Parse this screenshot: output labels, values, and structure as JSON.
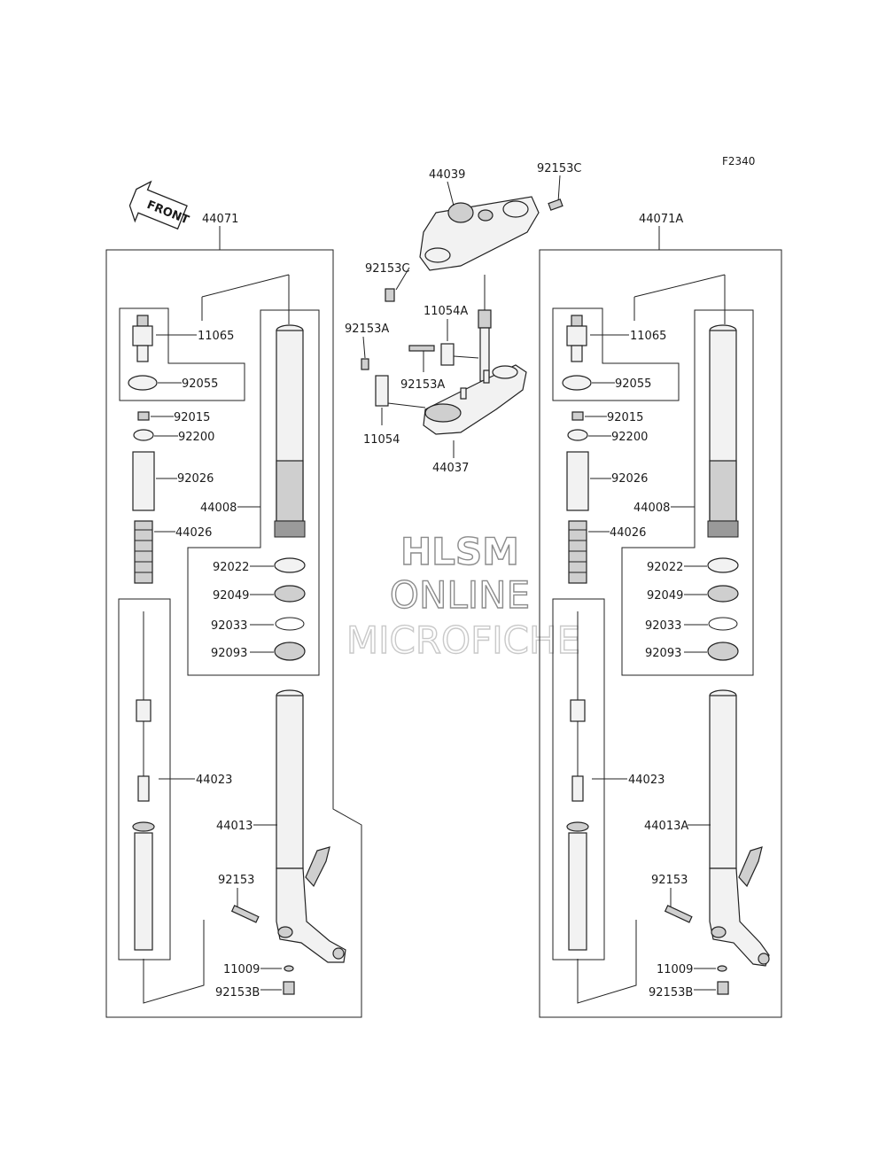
{
  "figure_code": "F2340",
  "front_arrow_label": "FRONT",
  "watermark": {
    "line1": "HLSM",
    "line2": "ONLINE",
    "line3": "MICROFICHE"
  },
  "top_labels": {
    "upper_bracket": "44039",
    "bolt_c_right": "92153C",
    "bolt_c_left": "92153C",
    "clamp": "11054A",
    "bolt_a_left": "92153A",
    "bolt_a_mid": "92153A",
    "holder": "11054",
    "stem_bracket": "44037"
  },
  "left_fork": {
    "assembly": "44071",
    "cap_bolt": "11065",
    "o_ring": "92055",
    "nut": "92015",
    "washer": "92200",
    "collar": "92026",
    "inner_tube": "44008",
    "spring": "44026",
    "ring_92022": "92022",
    "oil_seal": "92049",
    "snap_ring": "92033",
    "dust_seal": "92093",
    "cylinder": "44023",
    "outer_tube": "44013",
    "bolt": "92153",
    "gasket": "11009",
    "bottom_bolt": "92153B"
  },
  "right_fork": {
    "assembly": "44071A",
    "cap_bolt": "11065",
    "o_ring": "92055",
    "nut": "92015",
    "washer": "92200",
    "collar": "92026",
    "inner_tube": "44008",
    "spring": "44026",
    "ring_92022": "92022",
    "oil_seal": "92049",
    "snap_ring": "92033",
    "dust_seal": "92093",
    "cylinder": "44023",
    "outer_tube": "44013A",
    "bolt": "92153",
    "gasket": "11009",
    "bottom_bolt": "92153B"
  }
}
